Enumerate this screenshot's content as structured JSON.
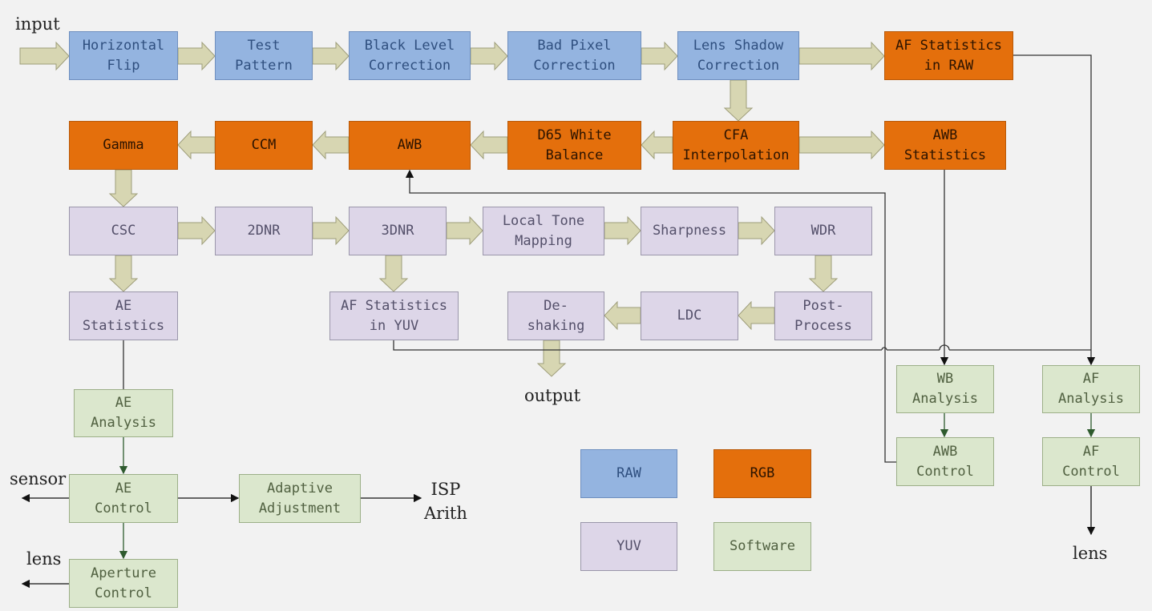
{
  "colors": {
    "raw": "#94b4e0",
    "rgb": "#e46f0c",
    "yuv": "#ddd6e8",
    "software": "#dbe7cd",
    "pipe_arrow": "#d7d6b2"
  },
  "labels": {
    "input": "input",
    "output": "output",
    "sensor": "sensor",
    "lens_left": "lens",
    "isp_arith": "ISP\nArith",
    "lens_right": "lens"
  },
  "blocks": {
    "horizontal_flip": "Horizontal\nFlip",
    "test_pattern": "Test\nPattern",
    "black_level": "Black Level\nCorrection",
    "bad_pixel": "Bad Pixel\nCorrection",
    "lens_shadow": "Lens Shadow\nCorrection",
    "af_stat_raw": "AF Statistics\nin RAW",
    "gamma": "Gamma",
    "ccm": "CCM",
    "awb": "AWB",
    "d65": "D65 White\nBalance",
    "cfa": "CFA\nInterpolation",
    "awb_stat": "AWB\nStatistics",
    "csc": "CSC",
    "dnr2": "2DNR",
    "dnr3": "3DNR",
    "ltm": "Local Tone\nMapping",
    "sharpness": "Sharpness",
    "wdr": "WDR",
    "ae_stat": "AE\nStatistics",
    "af_stat_yuv": "AF Statistics\nin YUV",
    "deshaking": "De-\nshaking",
    "ldc": "LDC",
    "post_process": "Post-\nProcess",
    "ae_analysis": "AE\nAnalysis",
    "ae_control": "AE\nControl",
    "adaptive": "Adaptive\nAdjustment",
    "aperture": "Aperture\nControl",
    "wb_analysis": "WB\nAnalysis",
    "awb_control": "AWB\nControl",
    "af_analysis": "AF\nAnalysis",
    "af_control": "AF\nControl"
  },
  "legend": {
    "raw": "RAW",
    "rgb": "RGB",
    "yuv": "YUV",
    "software": "Software"
  }
}
